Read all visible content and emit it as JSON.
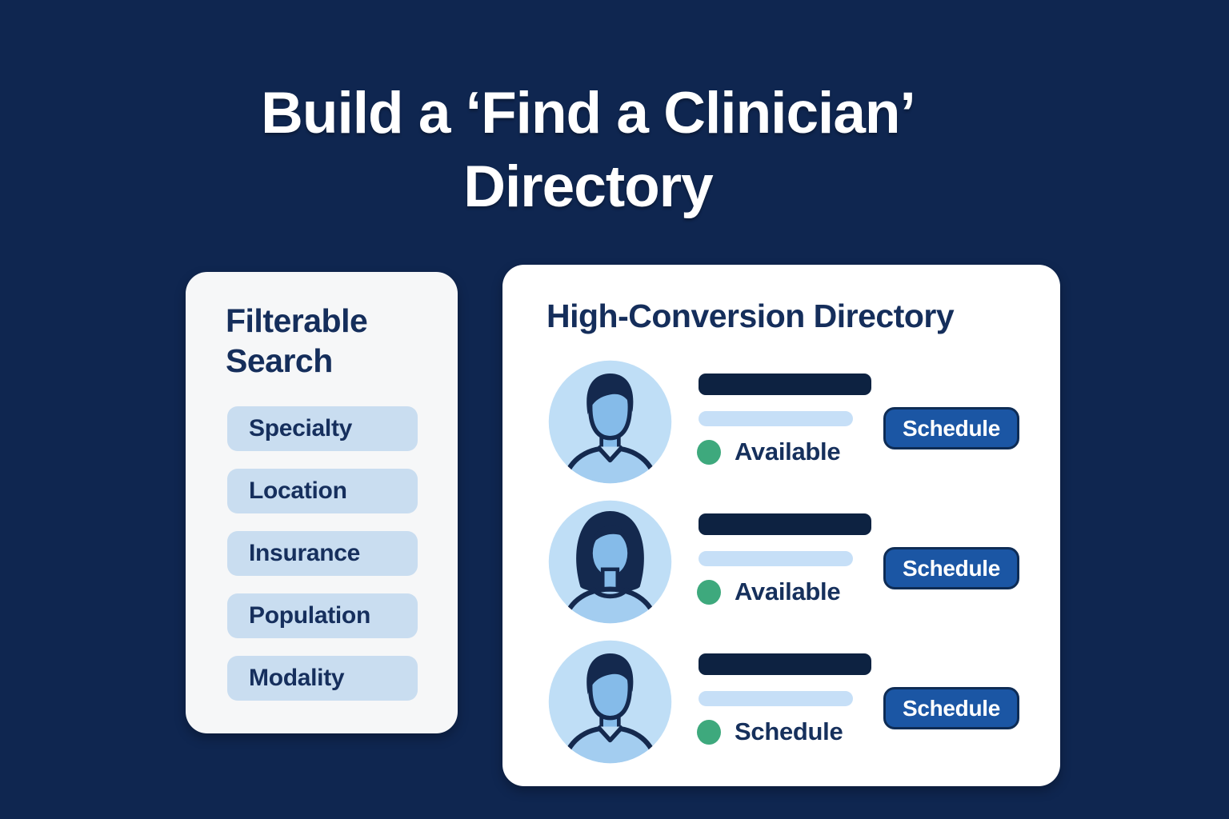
{
  "title": {
    "line1": "Build a ‘Find a Clinician’",
    "line2": "Directory"
  },
  "filter_panel": {
    "heading": "Filterable Search",
    "chips": [
      "Specialty",
      "Location",
      "Insurance",
      "Population",
      "Modality"
    ]
  },
  "directory_panel": {
    "heading": "High-Conversion Directory",
    "rows": [
      {
        "avatar": "male",
        "status": "Available",
        "button_label": "Schedule"
      },
      {
        "avatar": "female",
        "status": "Available",
        "button_label": "Schedule"
      },
      {
        "avatar": "male",
        "status": "Schedule",
        "button_label": "Schedule"
      }
    ]
  },
  "colors": {
    "background": "#0f2650",
    "title_text": "#ffffff",
    "left_panel_bg": "#f6f7f8",
    "right_panel_bg": "#ffffff",
    "chip_bg": "#c9ddf0",
    "heading_text": "#152e5b",
    "name_bar": "#0d2241",
    "detail_bar": "#c6dff7",
    "status_dot_green": "#3ea97d",
    "button_bg": "#1b56a4",
    "button_border": "#0e2c55",
    "button_text": "#ffffff",
    "avatar_circle": "#bfdef6",
    "avatar_skin": "#85bbe9",
    "avatar_hair": "#14294e",
    "avatar_shirt": "#a3cdf0"
  }
}
